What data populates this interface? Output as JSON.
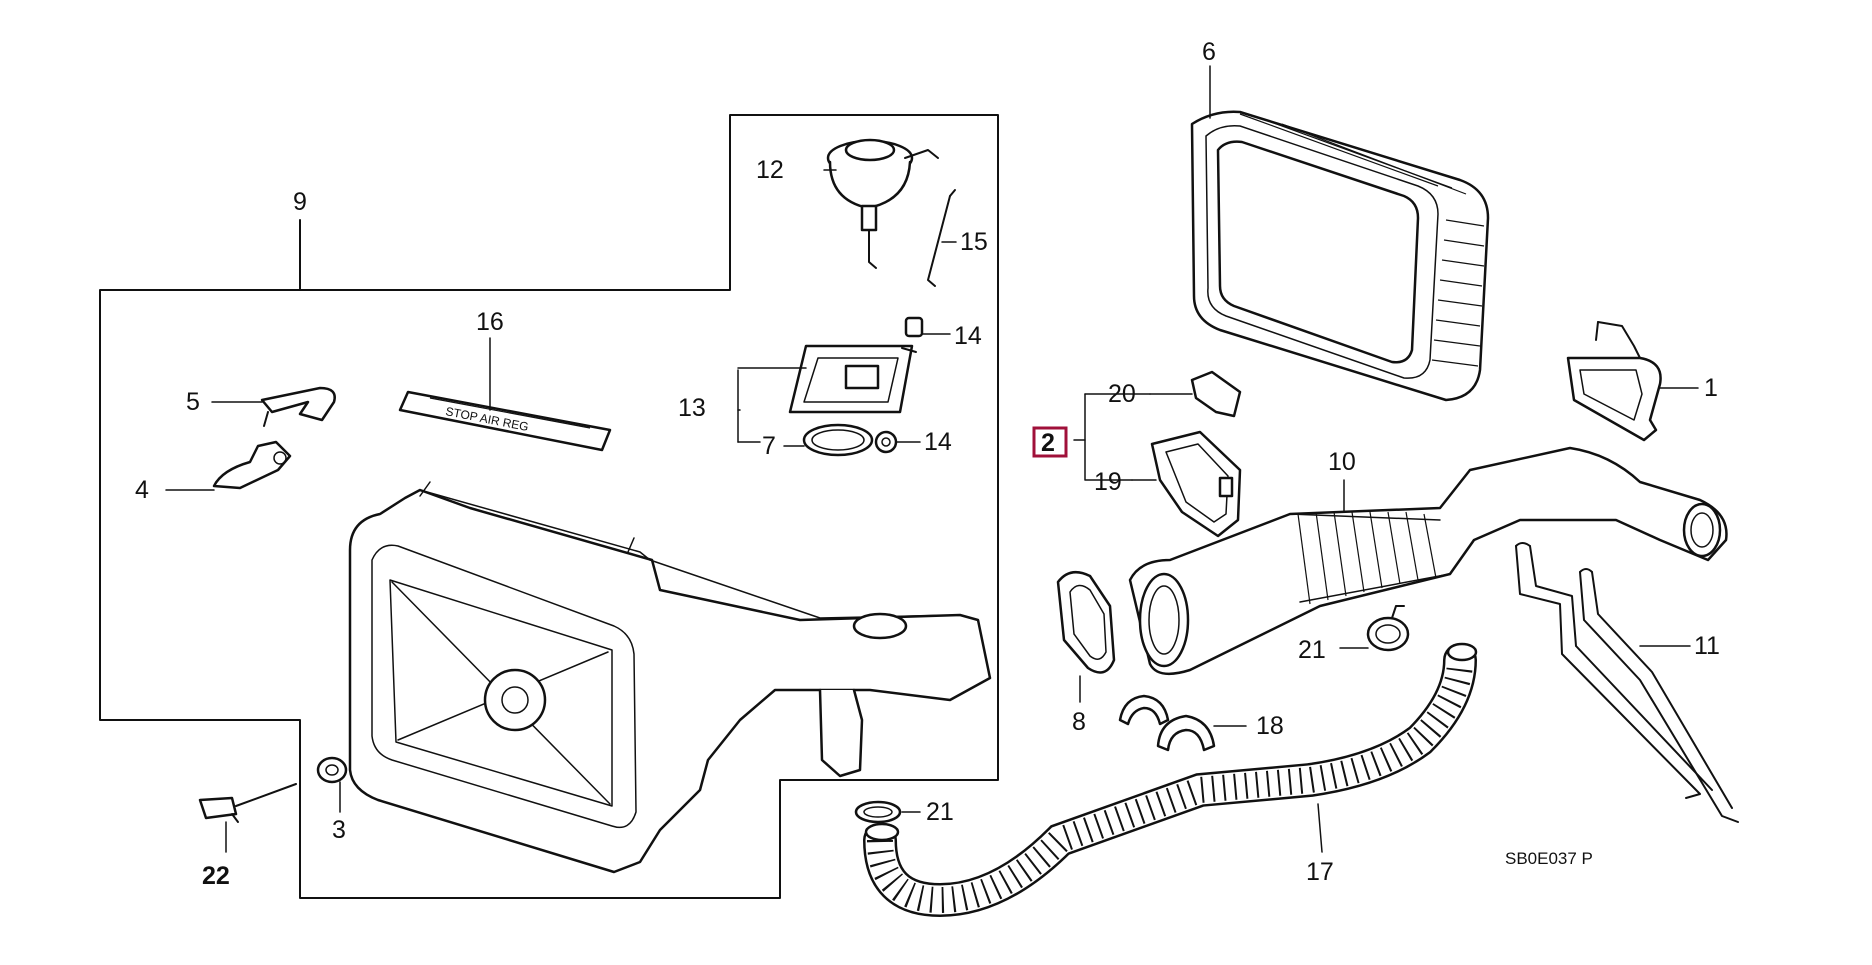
{
  "labels": {
    "l1": "1",
    "l2": "2",
    "l3": "3",
    "l4": "4",
    "l5": "5",
    "l6": "6",
    "l7": "7",
    "l8": "8",
    "l9": "9",
    "l10": "10",
    "l11": "11",
    "l12": "12",
    "l13": "13",
    "l14a": "14",
    "l14b": "14",
    "l15": "15",
    "l16": "16",
    "l17": "17",
    "l18": "18",
    "l19": "19",
    "l20": "20",
    "l21a": "21",
    "l21b": "21",
    "l22": "22"
  },
  "diagram_code": "SB0E037 P",
  "highlight": {
    "color": "#a0103a"
  }
}
